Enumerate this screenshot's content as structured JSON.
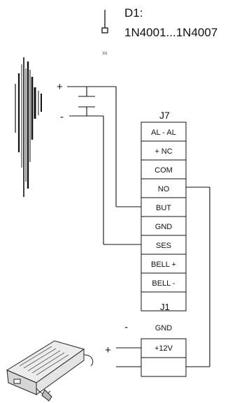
{
  "diode_legend": {
    "label": "D1:",
    "part_range": "1N4001...1N4007"
  },
  "diode_marker": "D1",
  "reader_terminals": {
    "plus": "+",
    "minus": "-"
  },
  "connector_j7": {
    "title": "J7",
    "pins": [
      "AL - AL",
      "+ NC",
      "COM",
      "NO",
      "BUT",
      "GND",
      "SES",
      "BELL +",
      "BELL -",
      ""
    ]
  },
  "connector_j1": {
    "title": "J1",
    "pins": [
      "GND",
      "+12V",
      ""
    ]
  },
  "power_supply": {
    "plus": "+",
    "minus": "-"
  }
}
